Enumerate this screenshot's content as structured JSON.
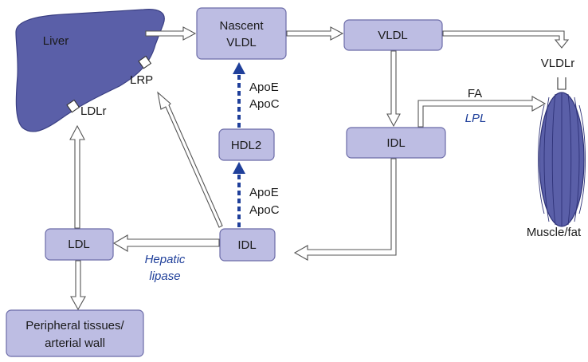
{
  "organs": {
    "liver": "Liver",
    "muscle_fat": "Muscle/fat"
  },
  "boxes": {
    "nascent_vldl_line1": "Nascent",
    "nascent_vldl_line2": "VLDL",
    "vldl": "VLDL",
    "idl_right": "IDL",
    "hdl2": "HDL2",
    "idl_center": "IDL",
    "ldl": "LDL",
    "peripheral_line1": "Peripheral tissues/",
    "peripheral_line2": "arterial wall"
  },
  "receptors": {
    "lrp": "LRP",
    "ldlr": "LDLr",
    "vldlr": "VLDLr"
  },
  "transfers": {
    "upper_apoe": "ApoE",
    "upper_apoc": "ApoC",
    "lower_apoe": "ApoE",
    "lower_apoc": "ApoC",
    "fa": "FA"
  },
  "enzymes": {
    "lpl": "LPL",
    "hepatic_line1": "Hepatic",
    "hepatic_line2": "lipase"
  },
  "colors": {
    "box_fill": "#bdbde3",
    "organ_fill": "#5a5fa8",
    "enzyme_text": "#1f3f9a"
  }
}
